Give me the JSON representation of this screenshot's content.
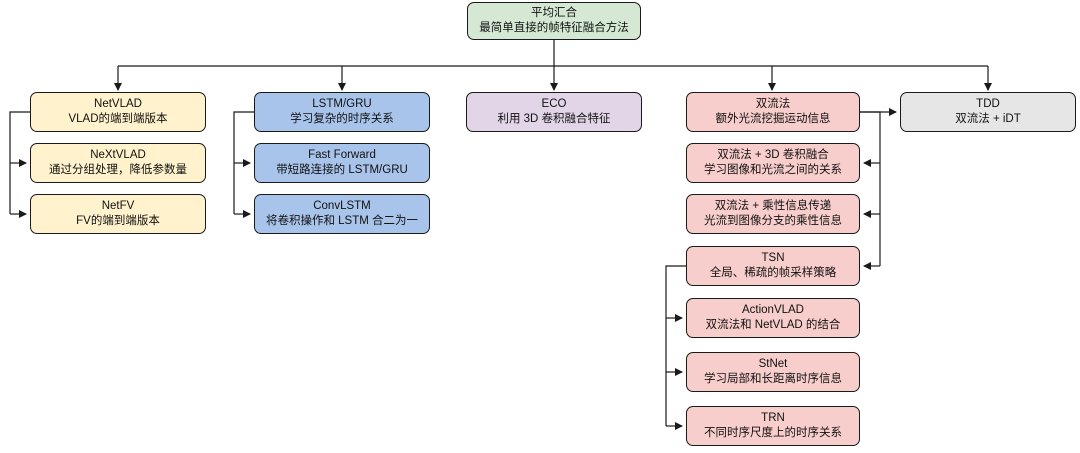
{
  "colors": {
    "green": "#d5e8d4",
    "yellow": "#fff2cc",
    "blue": "#a9c4eb",
    "purple": "#e1d5e7",
    "red": "#f8cecc",
    "gray": "#e6e6e6",
    "line": "#1a1a1a"
  },
  "nodes": {
    "root": {
      "line1": "平均汇合",
      "line2": "最简单直接的帧特征融合方法"
    },
    "netvlad": {
      "line1": "NetVLAD",
      "line2": "VLAD的端到端版本"
    },
    "nextvlad": {
      "line1": "NeXtVLAD",
      "line2": "通过分组处理，降低参数量"
    },
    "netfv": {
      "line1": "NetFV",
      "line2": "FV的端到端版本"
    },
    "lstm": {
      "line1": "LSTM/GRU",
      "line2": "学习复杂的时序关系"
    },
    "fastforward": {
      "line1": "Fast Forward",
      "line2": "带短路连接的 LSTM/GRU"
    },
    "convlstm": {
      "line1": "ConvLSTM",
      "line2": "将卷积操作和 LSTM 合二为一"
    },
    "eco": {
      "line1": "ECO",
      "line2": "利用 3D 卷积融合特征"
    },
    "twostream": {
      "line1": "双流法",
      "line2": "额外光流挖掘运动信息"
    },
    "tdd": {
      "line1": "TDD",
      "line2": "双流法 + iDT"
    },
    "conv3d": {
      "line1": "双流法 + 3D 卷积融合",
      "line2": "学习图像和光流之间的关系"
    },
    "multiplier": {
      "line1": "双流法 + 乘性信息传递",
      "line2": "光流到图像分支的乘性信息"
    },
    "tsn": {
      "line1": "TSN",
      "line2": "全局、稀疏的帧采样策略"
    },
    "actionvlad": {
      "line1": "ActionVLAD",
      "line2": "双流法和 NetVLAD 的结合"
    },
    "stnet": {
      "line1": "StNet",
      "line2": "学习局部和长距离时序信息"
    },
    "trn": {
      "line1": "TRN",
      "line2": "不同时序尺度上的时序关系"
    }
  }
}
